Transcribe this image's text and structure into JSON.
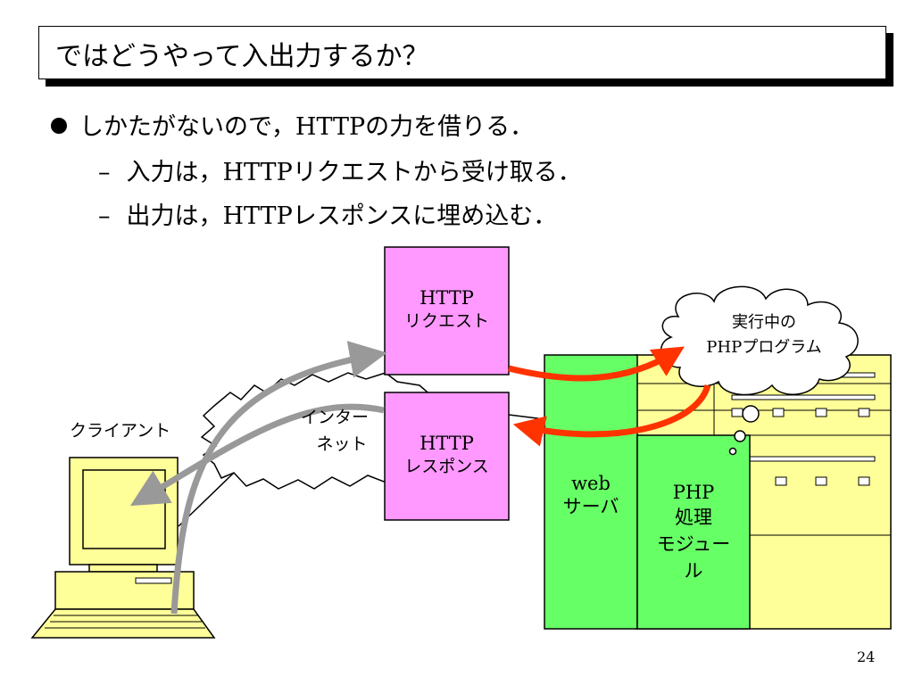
{
  "title": "ではどうやって入出力するか？",
  "bullets": {
    "main": "しかたがないので，HTTPの力を借りる．",
    "sub": [
      "入力は，HTTPリクエストから受け取る．",
      "出力は，HTTPレスポンスに埋め込む．"
    ],
    "sub_marker": "–"
  },
  "diagram": {
    "client_label": "クライアント",
    "internet_label_1": "インター",
    "internet_label_2": "ネット",
    "request_label_1": "HTTP",
    "request_label_2": "リクエスト",
    "response_label_1": "HTTP",
    "response_label_2": "レスポンス",
    "cloud_label_1": "実行中の",
    "cloud_label_2": "PHPプログラム",
    "web_server_label_1": "web",
    "web_server_label_2": "サーバ",
    "php_module_label_1": "PHP",
    "php_module_label_2": "処理",
    "php_module_label_3": "モジュー",
    "php_module_label_4": "ル",
    "colors": {
      "http_box": "#ff99ff",
      "server_green": "#66ff66",
      "server_back": "#ffff99",
      "computer": "#ffff99",
      "gray_arrow": "#999999",
      "red_arrow": "#ff3300"
    }
  },
  "page_number": "24"
}
